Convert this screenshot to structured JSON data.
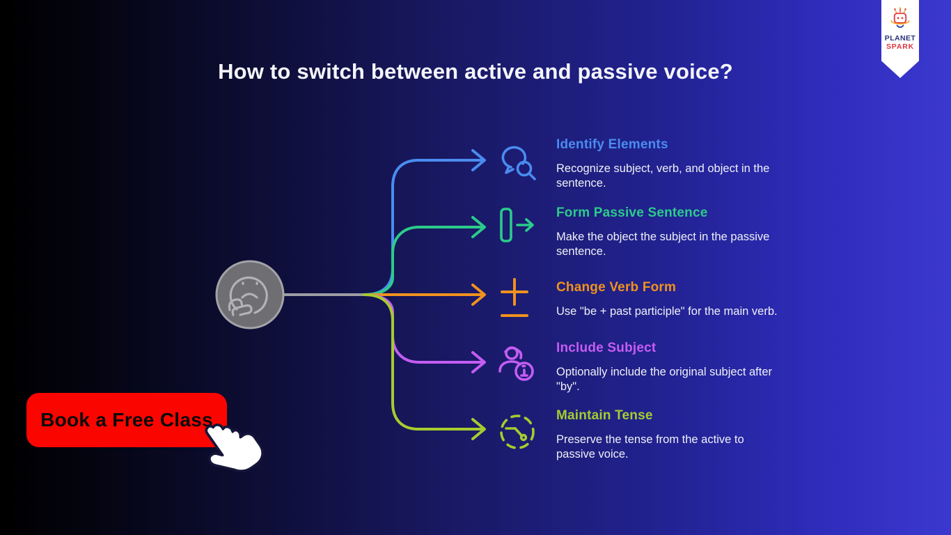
{
  "page": {
    "title": "How to switch between active and passive voice?",
    "background_left": "#000000",
    "background_right": "#3b38cf"
  },
  "center_node": {
    "icon": "thinking-face-icon",
    "circle_fill": "#6e6e73",
    "circle_stroke": "#9d9da4"
  },
  "steps": [
    {
      "title": "Identify Elements",
      "description": "Recognize subject, verb, and object in the sentence.",
      "color": "#4a8cf0",
      "icon": "speech-bubble-search-icon"
    },
    {
      "title": "Form Passive Sentence",
      "description": "Make the object the subject in the passive sentence.",
      "color": "#2bcc8a",
      "icon": "rectangle-arrow-icon"
    },
    {
      "title": "Change Verb Form",
      "description": "Use \"be + past participle\" for the main verb.",
      "color": "#f0921e",
      "icon": "plus-minus-icon"
    },
    {
      "title": "Include Subject",
      "description": "Optionally include the original subject after \"by\".",
      "color": "#c45df2",
      "icon": "person-info-icon"
    },
    {
      "title": "Maintain Tense",
      "description": "Preserve the tense from the active to passive voice.",
      "color": "#a6cc2e",
      "icon": "dashed-clock-icon"
    }
  ],
  "cta": {
    "label": "Book a Free Class",
    "background": "#fb0500",
    "cursor": "hand-pointer-icon"
  },
  "brand": {
    "line1": "PLANET",
    "line2": "SPARK",
    "icon": "planetspark-robot-icon"
  }
}
